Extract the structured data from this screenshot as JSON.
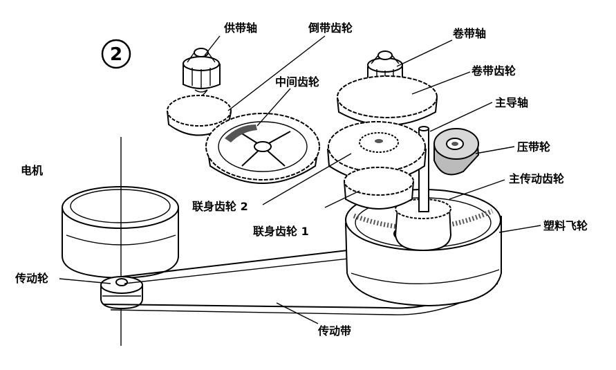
{
  "figure_number": "2",
  "labels": {
    "supply_reel": "供带轴",
    "reverse_gear": "倒带齿轮",
    "idler_gear": "中间齿轮",
    "takeup_reel": "卷带轴",
    "takeup_gear": "卷带齿轮",
    "capstan": "主导轴",
    "pinch_roller": "压带轮",
    "main_drive_gear": "主传动齿轮",
    "plastic_flywheel": "塑料飞轮",
    "compound_gear_2": "联身齿轮 2",
    "compound_gear_1": "联身齿轮 1",
    "motor": "电机",
    "drive_pulley": "传动轮",
    "drive_belt": "传动带"
  },
  "colors": {
    "ink": "#000000",
    "paper": "#ffffff",
    "shade": "#555555"
  }
}
